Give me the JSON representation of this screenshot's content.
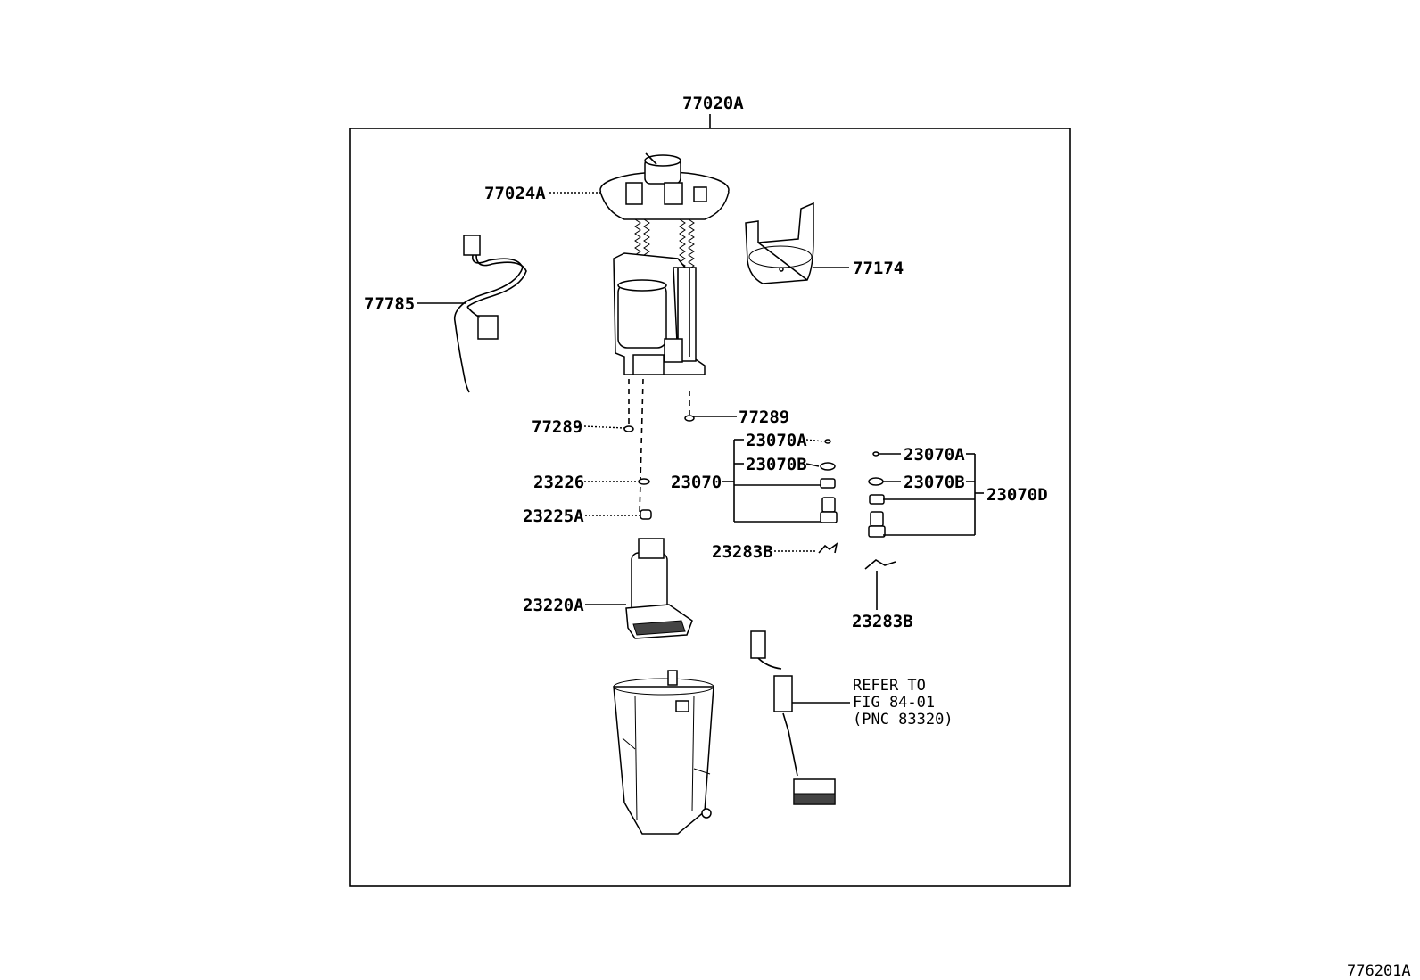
{
  "assembly_label": "77020A",
  "figure_id": "776201A",
  "callouts": {
    "c77024A": "77024A",
    "c77174": "77174",
    "c77785": "77785",
    "c77289_left": "77289",
    "c77289_right": "77289",
    "c23226": "23226",
    "c23225A": "23225A",
    "c23220A": "23220A",
    "c23070": "23070",
    "c23070A_left": "23070A",
    "c23070B_left": "23070B",
    "c23070A_right": "23070A",
    "c23070B_right": "23070B",
    "c23070D": "23070D",
    "c23283B_left": "23283B",
    "c23283B_right": "23283B"
  },
  "reference_note": {
    "line1": "REFER TO",
    "line2": "FIG 84-01",
    "line3": "(PNC 83320)"
  }
}
